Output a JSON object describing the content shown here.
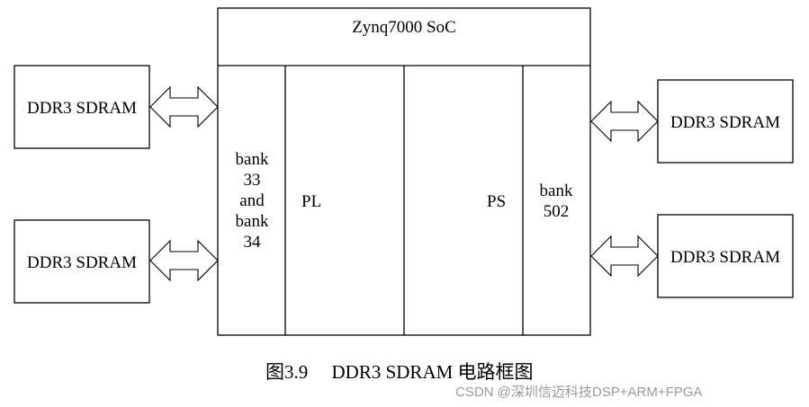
{
  "diagram": {
    "soc_title": "Zynq7000 SoC",
    "bank_left": [
      "bank",
      "33",
      "and",
      "bank",
      "34"
    ],
    "pl_label": "PL",
    "ps_label": "PS",
    "bank_right": [
      "bank",
      "502"
    ],
    "ddr_left_1": "DDR3 SDRAM",
    "ddr_left_2": "DDR3 SDRAM",
    "ddr_right_1": "DDR3 SDRAM",
    "ddr_right_2": "DDR3 SDRAM"
  },
  "caption": "图3.9     DDR3 SDRAM 电路框图",
  "watermark": "CSDN @深圳信迈科技DSP+ARM+FPGA"
}
